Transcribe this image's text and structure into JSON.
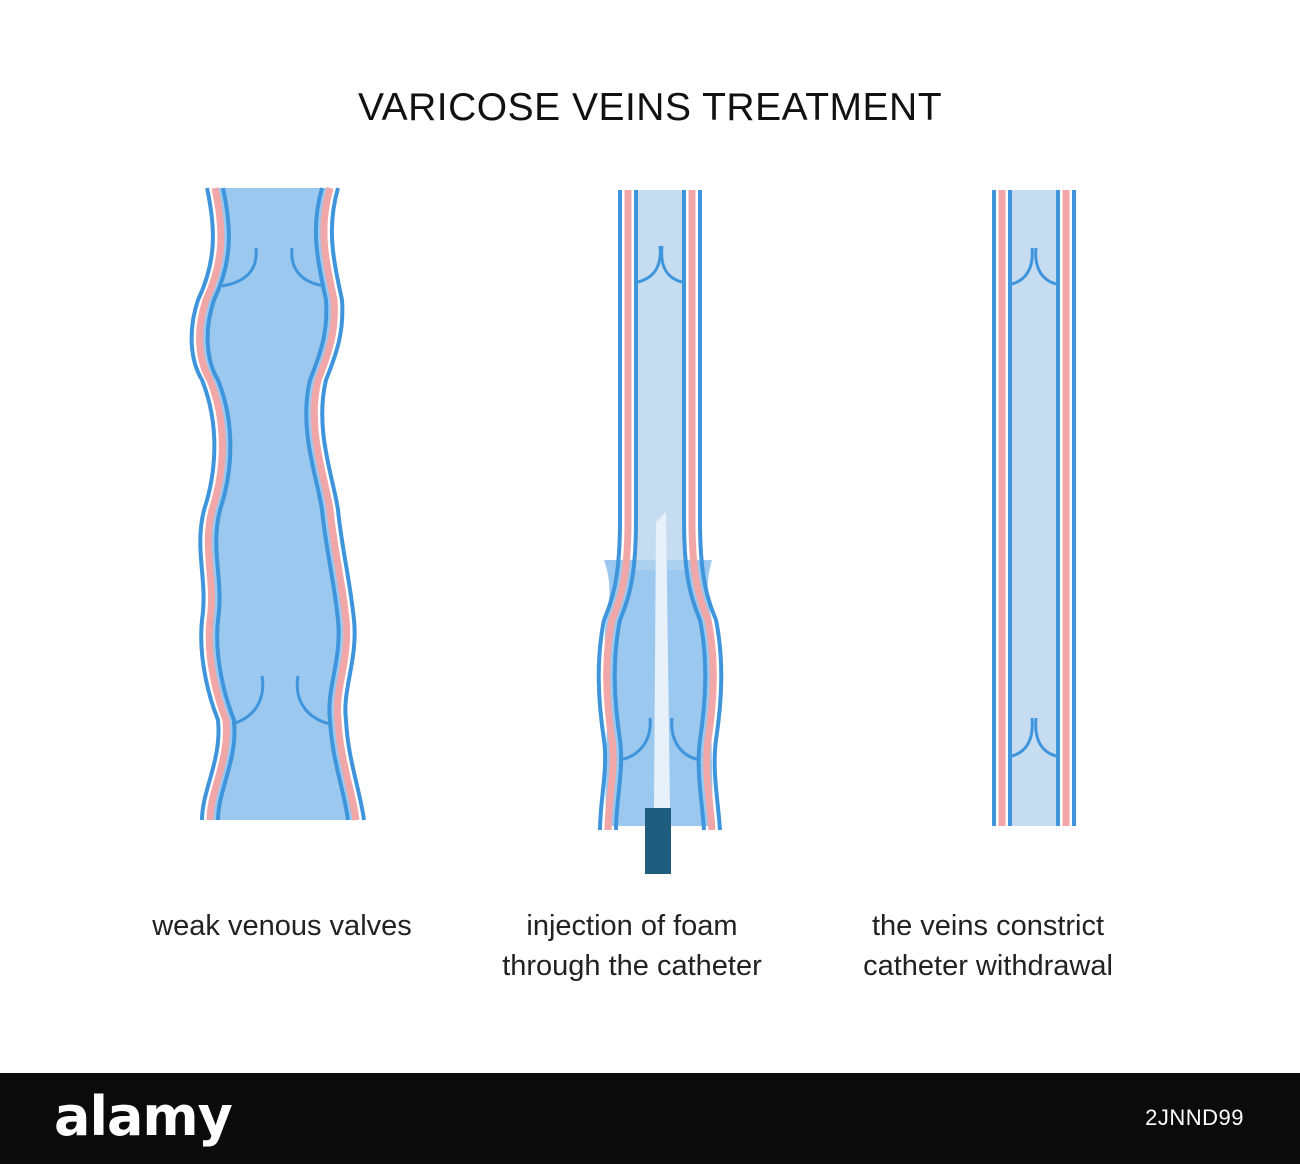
{
  "title": "VARICOSE VEINS TREATMENT",
  "captions": {
    "weak": [
      "weak venous valves"
    ],
    "injection": [
      "injection of foam",
      "through the catheter"
    ],
    "constrict": [
      "the veins constrict",
      "catheter withdrawal"
    ]
  },
  "colors": {
    "vein_wall": "#3f95dc",
    "vein_wall_pink": "#f1a7a7",
    "blood": "#9bc8ef",
    "foam": "#c6dcf1",
    "catheter": "#e8f1fa",
    "catheter_handle": "#1f5d7e"
  },
  "footer": {
    "logo": "alamy",
    "image_id": "2JNND99"
  }
}
